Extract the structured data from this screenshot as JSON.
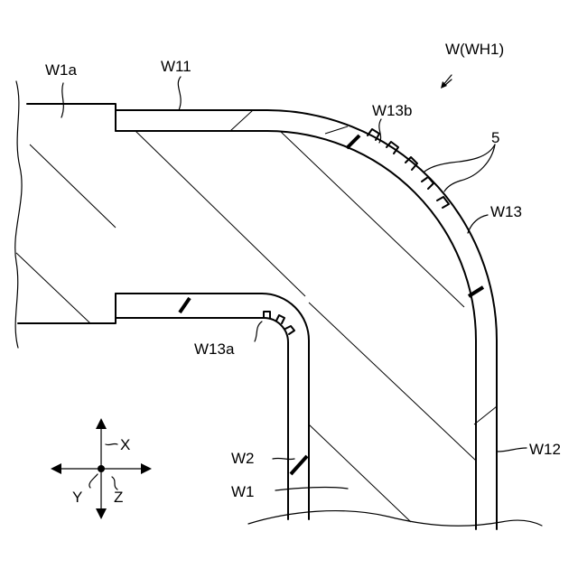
{
  "labels": {
    "workpiece": "W(WH1)",
    "w1a": "W1a",
    "w11": "W11",
    "w13b": "W13b",
    "five": "5",
    "w13": "W13",
    "w13a": "W13a",
    "w12": "W12",
    "w2": "W2",
    "w1": "W1"
  },
  "axes": {
    "x": "X",
    "y": "Y",
    "z": "Z"
  }
}
